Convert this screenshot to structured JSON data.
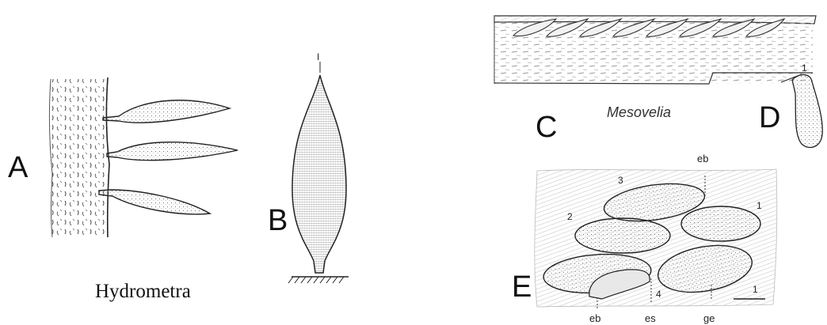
{
  "panels": {
    "a": {
      "letter": "A"
    },
    "b": {
      "letter": "B"
    },
    "c": {
      "letter": "C"
    },
    "d": {
      "letter": "D"
    },
    "e": {
      "letter": "E"
    }
  },
  "captions": {
    "left": "Hydrometra",
    "right": "Mesovelia"
  },
  "annotations": {
    "b_top": "I",
    "d_top": "1",
    "e_eb_top": "eb",
    "e_eb_bottom": "eb",
    "e_es": "es",
    "e_ge": "ge",
    "e_num_1a": "1",
    "e_num_1b": "1",
    "e_num_2": "2",
    "e_num_3": "3",
    "e_num_4": "4"
  }
}
